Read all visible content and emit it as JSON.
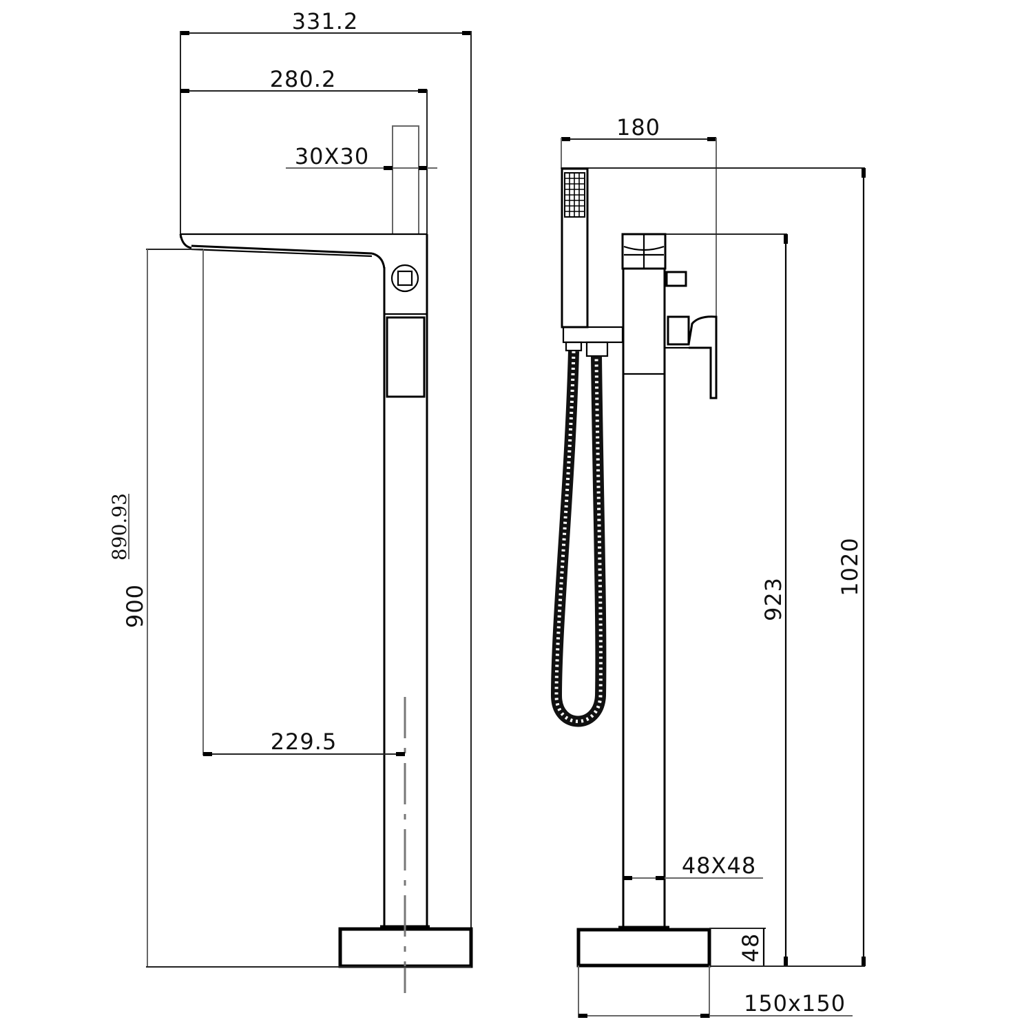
{
  "title": "Freestanding bath faucet with hand shower — technical dimension drawing",
  "units": "mm",
  "front_view": {
    "overall_width": "331.2",
    "spout_width": "280.2",
    "diverter_section": "30X30",
    "spout_height": "890.93",
    "total_height": "900",
    "spout_reach": "229.5"
  },
  "side_view": {
    "head_width": "180",
    "pillar_height": "923",
    "overall_height": "1020",
    "column_section": "48X48",
    "base_height": "48",
    "base_size": "150x150"
  },
  "colors": {
    "line": "#000000",
    "dimension_line": "#222222",
    "center_line": "#777777",
    "background": "#ffffff"
  }
}
